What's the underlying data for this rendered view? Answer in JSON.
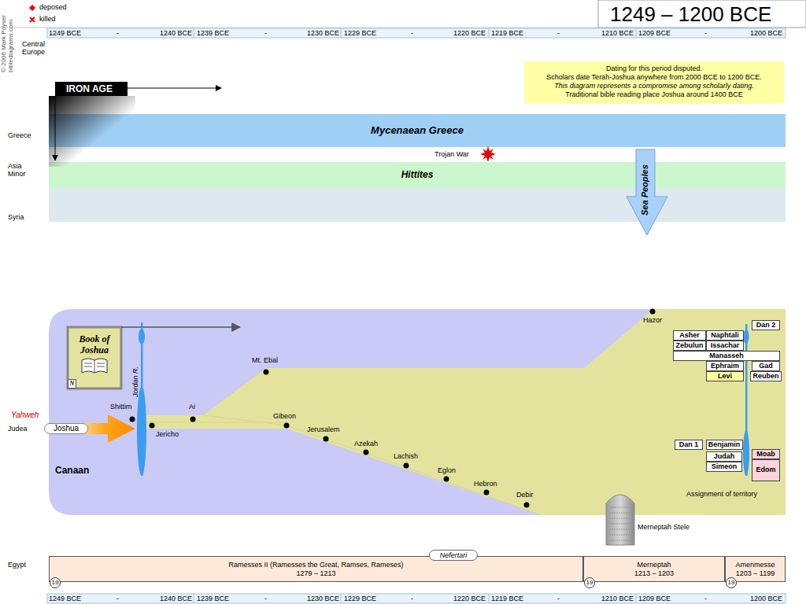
{
  "diagram": {
    "title": "1249 – 1200 BCE",
    "nodes": [
      {
        "text": [
          "Dating for this period disputed.",
          "Scholars date Terah-Joshua anywhere from 2000 BCE to 1200 BCE.",
          "This diagram represents a compromise among scholarly dating.",
          "Traditional bible reading place Joshua around 1400 BCE"
        ]
      },
      {
        "text": [
          "IRON AGE"
        ]
      },
      {
        "text": [
          "Mycenaean Greece"
        ]
      },
      {
        "text": [
          "Hittites"
        ]
      },
      {
        "text": [
          "Sea Peoples"
        ]
      },
      {
        "text": [
          "Canaan"
        ]
      },
      {
        "text": [
          "Book of Joshua"
        ],
        "in": 5
      },
      {
        "text": [
          "N"
        ],
        "in": 6
      },
      {
        "text": [
          "Joshua"
        ]
      },
      {
        "text": [
          "Dan 2"
        ],
        "in": 5
      },
      {
        "text": [
          "Asher"
        ],
        "in": 5
      },
      {
        "text": [
          "Naphtali"
        ],
        "in": 5
      },
      {
        "text": [
          "Zebulun"
        ],
        "in": 5
      },
      {
        "text": [
          "Issachar"
        ],
        "in": 5
      },
      {
        "text": [
          "Manasseh"
        ],
        "in": 5
      },
      {
        "text": [
          "Ephraim"
        ],
        "in": 5
      },
      {
        "text": [
          "Gad"
        ],
        "in": 5
      },
      {
        "text": [
          "Levi"
        ],
        "in": 5
      },
      {
        "text": [
          "Reuben"
        ],
        "in": 5
      },
      {
        "text": [
          "Dan 1"
        ],
        "in": 5
      },
      {
        "text": [
          "Benjamin"
        ],
        "in": 5
      },
      {
        "text": [
          "Judah"
        ],
        "in": 5
      },
      {
        "text": [
          "Simeon"
        ],
        "in": 5
      },
      {
        "text": [
          "Moab"
        ],
        "in": 5
      },
      {
        "text": [
          "Edom"
        ],
        "in": 5
      },
      {
        "text": [
          "Nefertari"
        ]
      },
      {
        "text": [
          "Ramesses II (Ramesses the Great, Ramses, Rameses)",
          "1279 – 1213"
        ]
      },
      {
        "text": [
          "19"
        ],
        "in": 26
      },
      {
        "text": [
          "Merneptah",
          "1213 – 1203"
        ]
      },
      {
        "text": [
          "19"
        ],
        "in": 28
      },
      {
        "text": [
          "Amenmesse",
          "1203 – 1199"
        ]
      },
      {
        "text": [
          "19"
        ],
        "in": 30
      }
    ],
    "labels": [
      "© 2006 Mark Poyser",
      "biblediagrams.com",
      "1249 BCE",
      "-",
      "1240 BCE",
      "1239 BCE",
      "-",
      "1230 BCE",
      "1229 BCE",
      "-",
      "1220 BCE",
      "1219 BCE",
      "-",
      "1210 BCE",
      "1209 BCE",
      "-",
      "1200 BCE",
      "1249 BCE",
      "-",
      "1240 BCE",
      "1239 BCE",
      "-",
      "1230 BCE",
      "1229 BCE",
      "-",
      "1220 BCE",
      "1219 BCE",
      "-",
      "1210 BCE",
      "1209 BCE",
      "-",
      "1200 BCE",
      "Central Europe",
      "Greece",
      "Asia Minor",
      "Syria",
      "Trojan War",
      "Judea",
      "Yahweh",
      "Jordan R.",
      "Shittim",
      "Jericho",
      "Ai",
      "Mt. Ebal",
      "Gibeon",
      "Jerusalem",
      "Azekah",
      "Lachish",
      "Eglon",
      "Hebron",
      "Debir",
      "Hazor",
      "Assignment of territory",
      "Merneptah Stele",
      "Egypt"
    ],
    "legend": [
      {
        "text": "deposed"
      },
      {
        "text": "killed"
      }
    ]
  }
}
